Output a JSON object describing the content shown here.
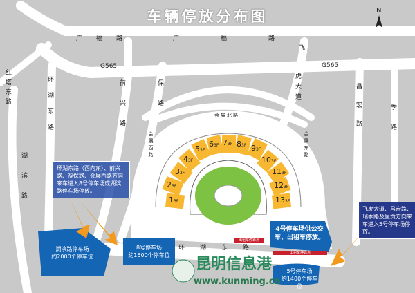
{
  "title": "车辆停放分布图",
  "north": "N",
  "roads": {
    "guangfu": "广福路",
    "guangfu2": "广福路",
    "g565_left": "G565",
    "g565_right": "G565",
    "hongta": "红塔东路",
    "huanhu_v": "环湖东路",
    "hubin": "湖滨路",
    "qianxing": "前兴路",
    "fubao": "保路",
    "huizhan_bei": "会展北路",
    "huizhan_xi": "会展西路",
    "huizhan_dong": "会展东路",
    "feihu": "虎大道",
    "changhong": "昌宏路",
    "ji": "季路",
    "huanhu_h": "环湖东路",
    "fei": "飞"
  },
  "floors": [
    "1",
    "2",
    "3",
    "4",
    "5",
    "6",
    "7",
    "8",
    "9",
    "10",
    "11",
    "12",
    "13"
  ],
  "floor_suffix": "3F",
  "notes": {
    "left": "环湖东路（西向东）、前兴路、福保路、会展西路方向来车进入8号停车场或湖滨路停车场停放。",
    "right": "飞虎大道、昌宏路、瑞季路及呈贡方向来车进入5号停车场停放。"
  },
  "lots": {
    "hubin": {
      "name": "湖滨路停车场",
      "spaces": "约2000个停车位"
    },
    "lot8": {
      "name": "8号停车场",
      "spaces": "约1600个停车位"
    },
    "lot5": {
      "name": "5号停车场",
      "spaces": "约1400个停车位"
    },
    "lot4": "4号停车场供公交车、出租车停放。"
  },
  "taxi_stop": "出租车停靠点",
  "logo": {
    "name": "昆明信息港",
    "url": "www.kunming.cn"
  },
  "colors": {
    "floor": "#f7b731",
    "lot": "#1565b5",
    "green": "#7dc242",
    "arrow": "#f39a1e"
  }
}
